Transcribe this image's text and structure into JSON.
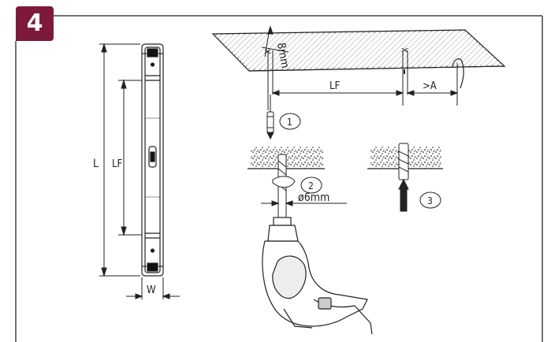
{
  "step": {
    "number": "4"
  },
  "fixture": {
    "length_label": "L",
    "fixing_distance_label": "LF",
    "width_label": "W"
  },
  "ceiling": {
    "drill_depth_label": "8mm",
    "spacing_label": "LF",
    "edge_distance_label": ">A"
  },
  "steps": {
    "mark": "1",
    "drill": "2",
    "plug": "3"
  },
  "drill": {
    "diameter_label": "ø6mm"
  },
  "colors": {
    "badge": "#7d1a3b",
    "line": "#222222",
    "frame": "#444444"
  }
}
